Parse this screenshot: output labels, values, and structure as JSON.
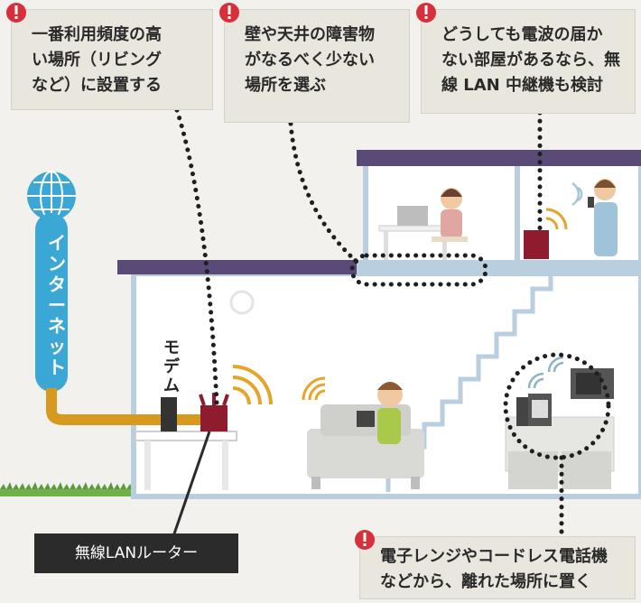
{
  "notes": {
    "top_left": [
      "一番利用頻度の高",
      "い場所（リビング",
      "など）に設置する"
    ],
    "top_middle": [
      "壁や天井の障害物",
      "がなるべく少ない",
      "場所を選ぶ"
    ],
    "top_right": [
      "どうしても電波の届か",
      "ない部屋があるなら、無",
      "線 LAN 中継機も検討"
    ],
    "bottom_right": [
      "電子レンジやコードレス電話機",
      "などから、離れた場所に置く"
    ]
  },
  "labels": {
    "internet": [
      "イ",
      "ン",
      "タ",
      "ー",
      "ネ",
      "ッ",
      "ト"
    ],
    "modem": [
      "モ",
      "デ",
      "ム"
    ],
    "router": "無線LANルーター"
  },
  "colors": {
    "accent_red": "#d7303a",
    "router": "#8e1b2e",
    "roof": "#5a4a78",
    "wall": "#b9cfe0",
    "cable": "#d79a1e",
    "internet_tube": "#3aa7d4",
    "wifi_waves": "#e5a52a"
  }
}
